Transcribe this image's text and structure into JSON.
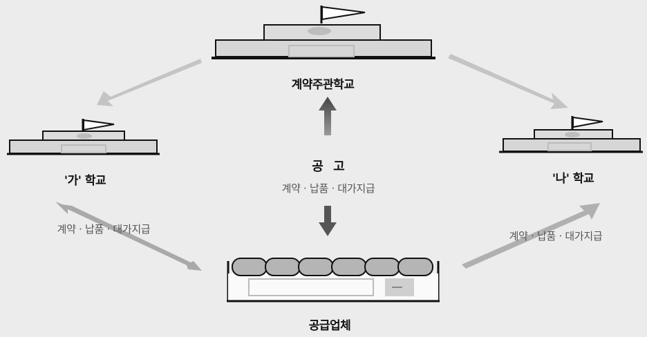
{
  "nodes": {
    "contract_school": "계약주관학교",
    "school_a": "'가' 학교",
    "school_b": "'나' 학교",
    "supplier": "공급업체"
  },
  "center": {
    "notice": "공 고",
    "flow": "계약 · 납품 · 대가지급"
  },
  "edges": {
    "left": "계약 · 납품 · 대가지급",
    "right": "계약 · 납품 · 대가지급"
  }
}
